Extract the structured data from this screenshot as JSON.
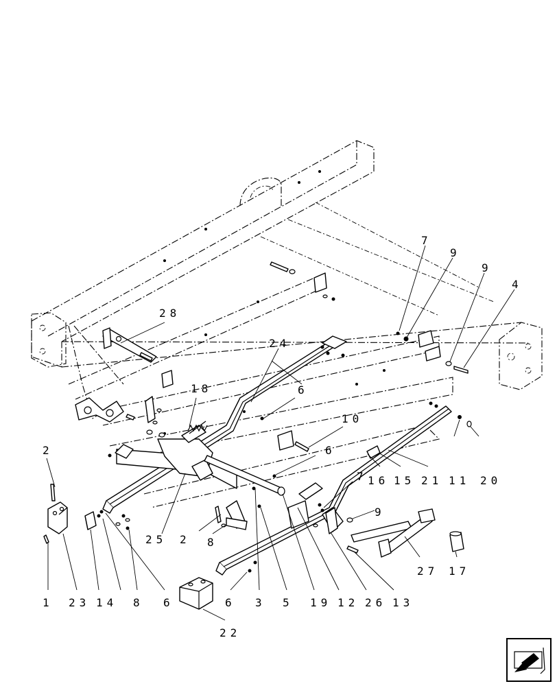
{
  "callouts": {
    "c1": "1",
    "c2a": "2",
    "c2b": "2",
    "c3": "3",
    "c4": "4",
    "c5": "5",
    "c6a": "6",
    "c6b": "6",
    "c6c": "6",
    "c6d": "6",
    "c7a": "7",
    "c7b": "7",
    "c8a": "8",
    "c8b": "8",
    "c9a": "9",
    "c9b": "9",
    "c9c": "9",
    "c10": "10",
    "c11": "11",
    "c12": "12",
    "c13": "13",
    "c14": "14",
    "c15": "15",
    "c16": "16",
    "c17": "17",
    "c18": "18",
    "c19": "19",
    "c20": "20",
    "c21": "21",
    "c22": "22",
    "c23": "23",
    "c24": "24",
    "c25": "25",
    "c26": "26",
    "c27": "27",
    "c28": "28"
  },
  "icons": {
    "nav": "previous-page-arrow-icon"
  }
}
